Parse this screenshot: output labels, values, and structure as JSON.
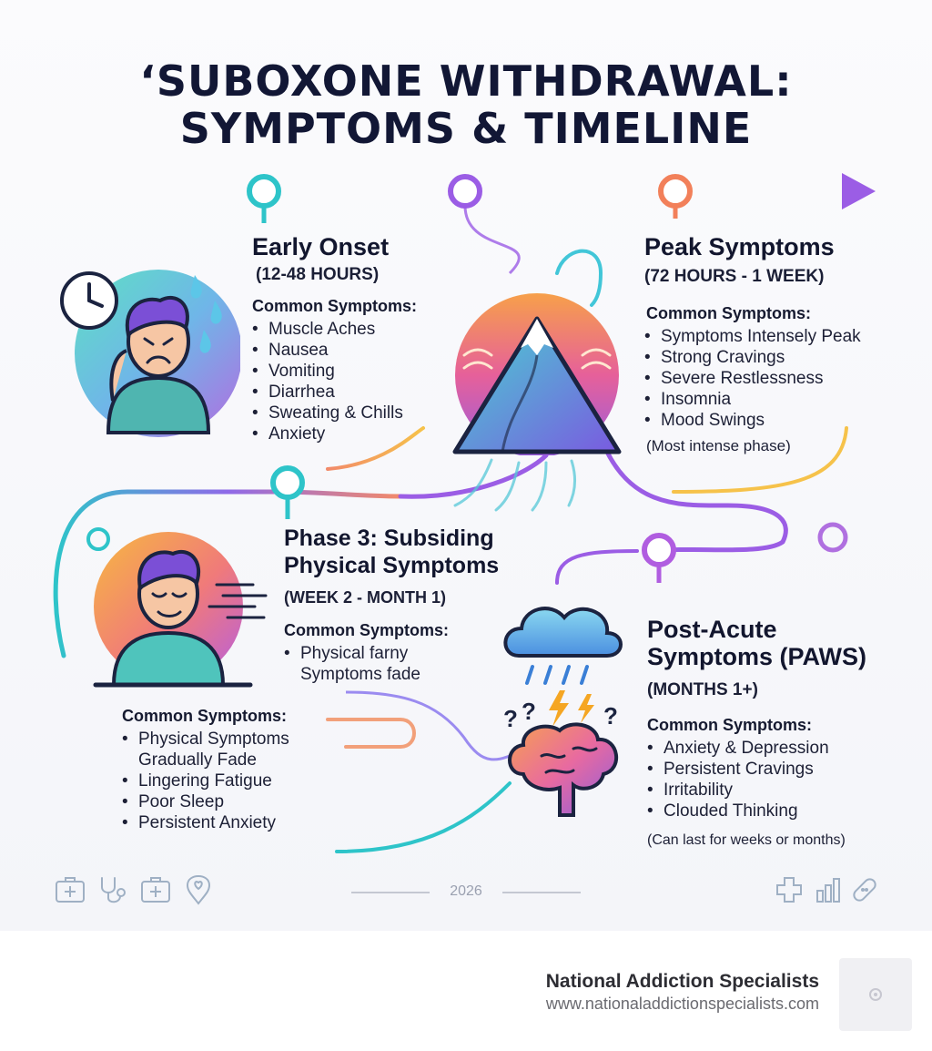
{
  "title": {
    "line1": "‘SUBOXONE WITHDRAWAL:",
    "line2": "SYMPTOMS & TIMELINE"
  },
  "phases": [
    {
      "title": "Early Onset",
      "timeframe": "(12-48 HOURS)",
      "symptoms_heading": "Common Symptoms:",
      "symptoms": [
        "Muscle Aches",
        "Nausea",
        "Vomiting",
        "Diarrhea",
        "Sweating & Chills",
        "Anxiety"
      ]
    },
    {
      "title": "Peak Symptoms",
      "timeframe": "(72 HOURS - 1 WEEK)",
      "symptoms_heading": "Common Symptoms:",
      "symptoms": [
        "Symptoms Intensely Peak",
        "Strong Cravings",
        "Severe Restlessness",
        "Insomnia",
        "Mood Swings"
      ],
      "note": "(Most intense phase)"
    },
    {
      "title_line1": "Phase 3: Subsiding",
      "title_line2": "Physical Symptoms",
      "timeframe": "(WEEK 2 - MONTH 1)",
      "symptoms_heading": "Common Symptoms:",
      "symptoms": [
        "Physical farny Symptoms fade"
      ],
      "extra_heading": "Common Symptoms:",
      "extra_symptoms": [
        "Physical Symptoms Gradually Fade",
        "Lingering Fatigue",
        "Poor Sleep",
        "Persistent Anxiety"
      ]
    },
    {
      "title_line1": "Post-Acute",
      "title_line2": "Symptoms (PAWS)",
      "timeframe": "(MONTHS 1+)",
      "symptoms_heading": "Common Symptoms:",
      "symptoms": [
        "Anxiety & Depression",
        "Persistent Cravings",
        "Irritability",
        "Clouded Thinking"
      ],
      "note": "(Can last for weeks or months)"
    }
  ],
  "footer": {
    "year": "2026",
    "left_icons": [
      "medical-kit-icon",
      "stethoscope-icon",
      "first-aid-box-icon",
      "location-heart-icon"
    ],
    "right_icons": [
      "plus-cross-icon",
      "bar-chart-icon",
      "bandage-icon"
    ]
  },
  "brand": {
    "name": "National Addiction Specialists",
    "url": "www.nationaladdictionspecialists.com"
  },
  "colors": {
    "teal": "#2ec4c9",
    "purple": "#9b5de5",
    "orange": "#f2805a",
    "yellow": "#f7c948",
    "navy": "#121735"
  }
}
